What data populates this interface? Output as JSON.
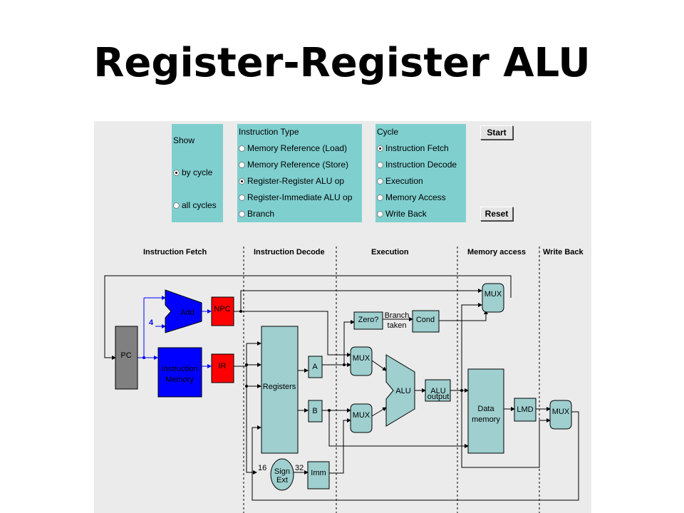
{
  "title": "Register-Register ALU",
  "show": {
    "header": "Show",
    "options": [
      "by cycle",
      "all cycles"
    ],
    "selected": 0
  },
  "instruction_type": {
    "header": "Instruction Type",
    "options": [
      "Memory Reference (Load)",
      "Memory Reference (Store)",
      "Register-Register ALU op",
      "Register-Immediate ALU op",
      "Branch"
    ],
    "selected": 2
  },
  "cycle": {
    "header": "Cycle",
    "options": [
      "Instruction Fetch",
      "Instruction Decode",
      "Execution",
      "Memory Access",
      "Write Back"
    ],
    "selected": 0
  },
  "buttons": {
    "start": "Start",
    "reset": "Reset"
  },
  "stages": [
    "Instruction Fetch",
    "Instruction Decode",
    "Execution",
    "Memory access",
    "Write Back"
  ],
  "blocks": {
    "pc": "PC",
    "add": "Add",
    "npc": "NPC",
    "instruction_memory": [
      "Instruction",
      "Memory"
    ],
    "ir": "IR",
    "registers": "Registers",
    "a": "A",
    "b": "B",
    "sign_ext": [
      "Sign",
      "Ext"
    ],
    "imm": "Imm",
    "zero": "Zero?",
    "branch_taken": [
      "Branch",
      "taken"
    ],
    "cond": "Cond",
    "mux": "MUX",
    "alu": "ALU",
    "alu_output": [
      "ALU",
      "output"
    ],
    "data_memory": [
      "Data",
      "memory"
    ],
    "lmd": "LMD"
  },
  "numbers": {
    "four": "4",
    "sixteen": "16",
    "thirtytwo": "32"
  },
  "colors": {
    "panel": "#ebebeb",
    "control_box": "#7fcfcf",
    "block": "#9fcfcf",
    "pc": "#808080",
    "fetch_active": "#0000ff",
    "latch_active": "#ff0000"
  }
}
